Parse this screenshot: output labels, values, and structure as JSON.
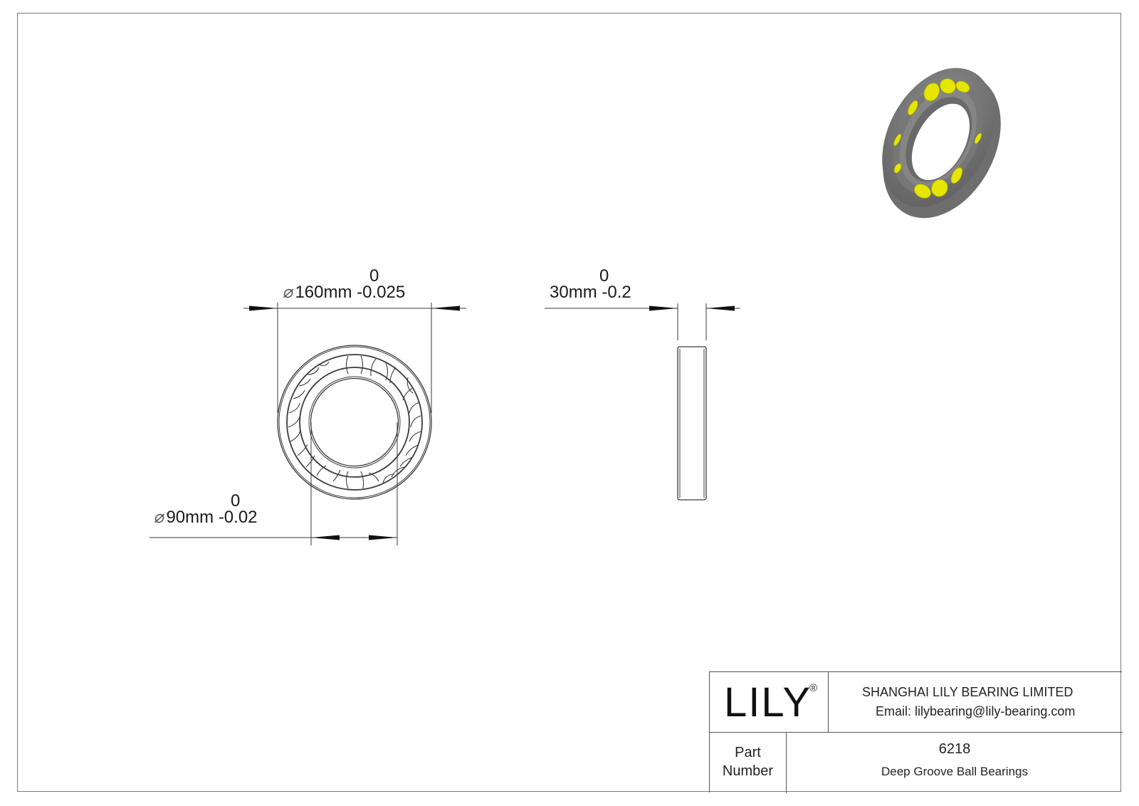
{
  "drawing": {
    "outer_diameter": {
      "symbol": "⌀",
      "value": "160mm",
      "tolerance_upper": "0",
      "tolerance_lower": "-0.025"
    },
    "inner_diameter": {
      "symbol": "⌀",
      "value": "90mm",
      "tolerance_upper": "0",
      "tolerance_lower": "-0.02"
    },
    "width": {
      "value": "30mm",
      "tolerance_upper": "0",
      "tolerance_lower": "-0.2"
    },
    "colors": {
      "line": "#3a3a3a",
      "model_body": "#7d7d7d",
      "model_balls": "#e6e600"
    }
  },
  "title_block": {
    "logo": "LILY",
    "logo_mark": "®",
    "company_name": "SHANGHAI LILY BEARING LIMITED",
    "email": "Email: lilybearing@lily-bearing.com",
    "part_number_label_line1": "Part",
    "part_number_label_line2": "Number",
    "part_number": "6218",
    "description": "Deep Groove Ball Bearings"
  }
}
